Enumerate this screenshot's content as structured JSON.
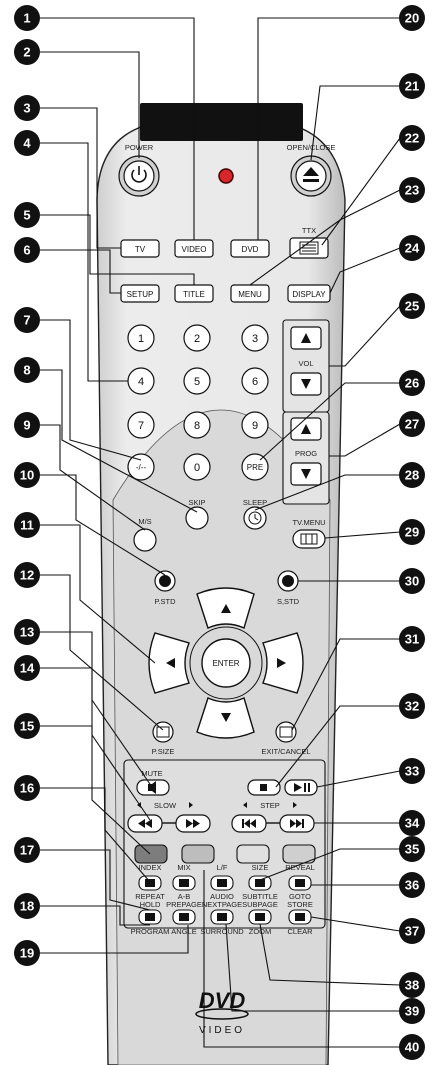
{
  "labels": {
    "power": "POWER",
    "open_close": "OPEN/CLOSE",
    "ttx": "TTX",
    "tv": "TV",
    "video": "VIDEO",
    "dvd": "DVD",
    "setup": "SETUP",
    "title": "TITLE",
    "menu": "MENU",
    "display": "DISPLAY",
    "vol": "VOL",
    "prog": "PROG",
    "pre": "PRE",
    "dash": "-/--",
    "skip": "SKIP",
    "sleep": "SLEEP",
    "ms": "M/S",
    "tv_menu": "TV.MENU",
    "p_std": "P.STD",
    "s_std": "S,STD",
    "enter": "ENTER",
    "p_size": "P.SIZE",
    "exit_cancel": "EXIT/CANCEL",
    "mute": "MUTE",
    "slow": "SLOW",
    "step": "STEP",
    "index": "INDEX",
    "mix": "MIX",
    "lr": "L/F",
    "size": "SIZE",
    "reveal": "REVEAL",
    "repeat": "REPEAT",
    "ab": "A-B",
    "audio": "AUDIO",
    "subtitle": "SUBTITLE",
    "goto": "GOTO",
    "hold": "HOLD",
    "prepage": "PREPAGE",
    "nextpage": "NEXTPAGE",
    "subpage": "SUBPAGE",
    "store": "STORE",
    "program": "PROGRAM",
    "angle": "ANGLE",
    "surround": "SURROUND",
    "zoom": "ZOOM",
    "clear": "CLEAR",
    "dvd_logo": "DVD",
    "video_logo": "VIDEO"
  },
  "numbers": [
    "1",
    "2",
    "3",
    "4",
    "5",
    "6",
    "7",
    "8",
    "9",
    "0"
  ],
  "callouts": [
    "1",
    "2",
    "3",
    "4",
    "5",
    "6",
    "7",
    "8",
    "9",
    "10",
    "11",
    "12",
    "13",
    "14",
    "15",
    "16",
    "17",
    "18",
    "19",
    "20",
    "21",
    "22",
    "23",
    "24",
    "25",
    "26",
    "27",
    "28",
    "29",
    "30",
    "31",
    "32",
    "33",
    "34",
    "35",
    "36",
    "37",
    "38",
    "39",
    "40"
  ],
  "colors": {
    "body": "#e6e6e6",
    "body_dark": "#c8c8c8",
    "callout": "#111111",
    "ir_window": "#111111",
    "led": "#d8262a",
    "red_key": "#7d7d7d",
    "green_key": "#bdbdbd",
    "yellow_key": "#e0e0e0",
    "blue_key": "#cfcfcf"
  }
}
